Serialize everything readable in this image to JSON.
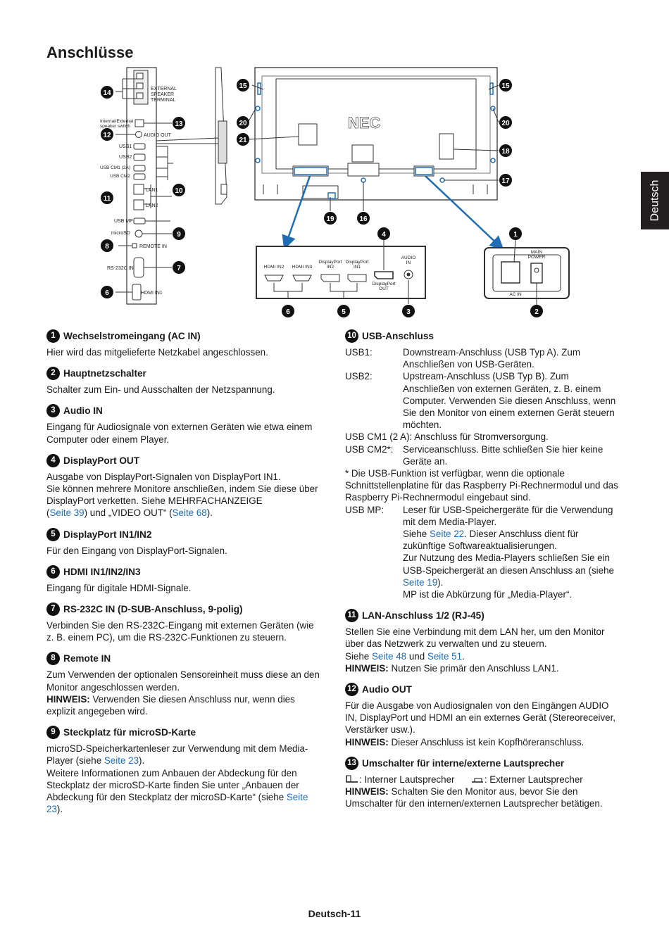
{
  "page": {
    "title": "Anschlüsse",
    "side_tab": "Deutsch",
    "footer": "Deutsch-11"
  },
  "figure": {
    "left_panel": {
      "external_speaker": "EXTERNAL\nSPEAKER\nTERMINAL",
      "int_ext_switch": "Internal/External\nspeaker switch",
      "audio_out": "AUDIO OUT",
      "usb1": "USB1",
      "usb2": "USB2",
      "usb_cm1": "USB CM1 (2A)",
      "usb_cm2": "USB CM2",
      "lan1": "LAN1",
      "lan2": "LAN2",
      "usb_mp": "USB MP",
      "microsd": "microSD",
      "remote_in": "REMOTE IN",
      "rs232c": "RS-232C IN",
      "hdmi_in1": "HDMI IN1"
    },
    "brand": "NEC",
    "bottom_panel": {
      "hdmi_in2": "HDMI IN2",
      "hdmi_in3": "HDMI IN3",
      "dp_in2": "DisplayPort\nIN2",
      "dp_in1": "DisplayPort\nIN1",
      "dp_out": "DisplayPort\nOUT",
      "audio_in": "AUDIO\nIN"
    },
    "power_panel": {
      "main_power": "MAIN\nPOWER",
      "ac_in": "AC IN"
    },
    "callouts": [
      "1",
      "2",
      "3",
      "4",
      "5",
      "6",
      "7",
      "8",
      "9",
      "10",
      "11",
      "12",
      "13",
      "14",
      "15",
      "16",
      "17",
      "18",
      "19",
      "20",
      "21"
    ]
  },
  "sections_left": [
    {
      "num": "1",
      "title": "Wechselstromeingang (AC IN)",
      "text": "Hier wird das mitgelieferte Netzkabel angeschlossen."
    },
    {
      "num": "2",
      "title": "Hauptnetzschalter",
      "text": "Schalter zum Ein- und Ausschalten der Netzspannung."
    },
    {
      "num": "3",
      "title": "Audio IN",
      "text": "Eingang für Audiosignale von externen Geräten wie etwa einem Computer oder einem Player."
    },
    {
      "num": "4",
      "title": "DisplayPort OUT",
      "text1": "Ausgabe von DisplayPort-Signalen von DisplayPort IN1.",
      "text2": "Sie können mehrere Monitore anschließen, indem Sie diese über DisplayPort verketten. Siehe MEHRFACHANZEIGE",
      "p_open": "(",
      "link1": "Seite 39",
      "mid": ") und „VIDEO OUT“ (",
      "link2": "Seite 68",
      "end": ")."
    },
    {
      "num": "5",
      "title": "DisplayPort IN1/IN2",
      "text": "Für den Eingang von DisplayPort-Signalen."
    },
    {
      "num": "6",
      "title": "HDMI IN1/IN2/IN3",
      "text": "Eingang für digitale HDMI-Signale."
    },
    {
      "num": "7",
      "title": "RS-232C IN (D-SUB-Anschluss, 9-polig)",
      "text": "Verbinden Sie den RS-232C-Eingang mit externen Geräten (wie z. B. einem PC), um die RS-232C-Funktionen zu steuern."
    },
    {
      "num": "8",
      "title": "Remote IN",
      "text": "Zum Verwenden der optionalen Sensoreinheit muss diese an den Monitor angeschlossen werden.",
      "note_label": "HINWEIS:",
      "note": " Verwenden Sie diesen Anschluss nur, wenn dies explizit angegeben wird."
    },
    {
      "num": "9",
      "title": "Steckplatz für microSD-Karte",
      "text1": "microSD-Speicherkartenleser zur Verwendung mit dem Media-Player (siehe ",
      "link1": "Seite 23",
      "end1": ").",
      "text2": "Weitere Informationen zum Anbauen der Abdeckung für den Steckplatz der microSD-Karte finden Sie unter „Anbauen der Abdeckung für den Steckplatz der microSD-Karte“ (siehe ",
      "link2": "Seite 23",
      "end2": ")."
    }
  ],
  "sections_right": {
    "usb": {
      "num": "10",
      "title": "USB-Anschluss",
      "usb1_term": "USB1:",
      "usb1_desc": "Downstream-Anschluss (USB Typ A). Zum Anschließen von USB-Geräten.",
      "usb2_term": "USB2:",
      "usb2_desc": "Upstream-Anschluss (USB Typ B). Zum Anschließen von externen Geräten, z. B. einem Computer. Verwenden Sie diesen Anschluss, wenn Sie den Monitor von einem externen Gerät steuern möchten.",
      "cm1": "USB CM1 (2 A): Anschluss für Stromversorgung.",
      "cm2_term": "USB CM2*:",
      "cm2_desc": "Serviceanschluss. Bitte schließen Sie hier keine Geräte an.",
      "footnote": "* Die USB-Funktion ist verfügbar, wenn die optionale Schnittstellenplatine für das Raspberry Pi-Rechnermodul und das Raspberry Pi-Rechnermodul eingebaut sind.",
      "mp_term": "USB MP:",
      "mp_desc1": "Leser für USB-Speichergeräte für die Verwendung mit dem Media-Player.",
      "mp_see": "Siehe ",
      "mp_link1": "Seite 22",
      "mp_desc2": ". Dieser Anschluss dient für zukünftige Softwareaktualisierungen.",
      "mp_desc3": "Zur Nutzung des Media-Players schließen Sie ein USB-Speichergerät an diesen Anschluss an (siehe ",
      "mp_link2": "Seite 19",
      "mp_end": ").",
      "mp_desc4": "MP ist die Abkürzung für „Media-Player“."
    },
    "lan": {
      "num": "11",
      "title": "LAN-Anschluss 1/2 (RJ-45)",
      "text": "Stellen Sie eine Verbindung mit dem LAN her, um den Monitor über das Netzwerk zu verwalten und zu steuern.",
      "see": "Siehe ",
      "link1": "Seite 48",
      "and": " und ",
      "link2": "Seite 51",
      "end": ".",
      "note_label": "HINWEIS:",
      "note": " Nutzen Sie primär den Anschluss LAN1."
    },
    "audio_out": {
      "num": "12",
      "title": "Audio OUT",
      "text": "Für die Ausgabe von Audiosignalen von den Eingängen AUDIO IN, DisplayPort und HDMI an ein externes Gerät (Stereoreceiver, Verstärker usw.).",
      "note_label": "HINWEIS:",
      "note": " Dieser Anschluss ist kein Kopfhöreranschluss."
    },
    "speaker_switch": {
      "num": "13",
      "title": "Umschalter für interne/externe Lautsprecher",
      "internal": ": Interner Lautsprecher",
      "external": ": Externer Lautsprecher",
      "note_label": "HINWEIS:",
      "note": " Schalten Sie den Monitor aus, bevor Sie den Umschalter für den internen/externen Lautsprecher betätigen."
    }
  },
  "colors": {
    "link": "#1f6db5",
    "arrow": "#1f6db5",
    "ink": "#1a1a1a",
    "tab": "#231f20"
  }
}
